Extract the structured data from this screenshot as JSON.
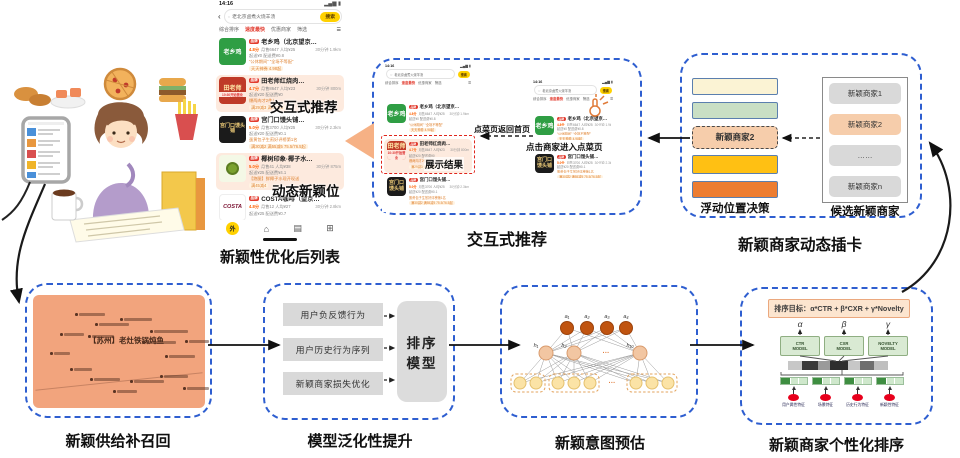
{
  "colors": {
    "accent_blue": "#2e5ed0",
    "salmon": "#f2a47d",
    "peach": "#f6cdab",
    "cream": "#fbf3d4",
    "light_green": "#c9dfc4",
    "gold": "#ffc013",
    "orange": "#ed7d31",
    "gray_chip": "#d9d9d9",
    "red_dot": "#e8001c"
  },
  "captions": {
    "phone": "新颖性优化后列表",
    "interactive": "交互式推荐",
    "insertion": "新颖商家动态插卡",
    "recall": "新颖供给补召回",
    "generalization": "模型泛化性提升",
    "intent": "新颖意图预估",
    "ranking": "新颖商家个性化排序"
  },
  "phone": {
    "time": "14:16",
    "status_icons": "▂▄▆ ▮",
    "back": "‹",
    "search_query": "老北京卤煮火烧羊汤",
    "search_button": "搜索",
    "tabs": [
      {
        "label": "综合排序",
        "active": false
      },
      {
        "label": "速度最快",
        "active": true
      },
      {
        "label": "优惠商家",
        "active": false
      },
      {
        "label": "筛选",
        "active": false
      }
    ],
    "hamburger": "☰",
    "overlay_label_1": "交互式推荐",
    "overlay_label_2": "动态新颖位",
    "nav": [
      {
        "name": "meituan",
        "glyph": "外"
      },
      {
        "name": "home",
        "glyph": "⌂"
      },
      {
        "name": "orders",
        "glyph": "▤"
      },
      {
        "name": "more",
        "glyph": "⊞"
      }
    ],
    "restaurants": [
      {
        "name": "老乡鸡（北京望京…",
        "badge": "品牌",
        "logo_text": "老乡鸡",
        "logo_type": "green",
        "rating": "4.8分",
        "meta": "月售6647 人均¥25",
        "meta2": "起送¥0 配送费¥0.8",
        "right": "30分钟 1.9km",
        "tags": "“公休期间” “全场不等配”",
        "promo": "天天神券 4.98起",
        "bg": "white"
      },
      {
        "name": "田老师红烧肉…",
        "badge": "品牌",
        "logo_text": "田老师",
        "logo_type": "red",
        "logo_note": "10:30开始营业",
        "rating": "4.7分",
        "meta": "月售8647 人均¥23",
        "meta2": "起送¥20 配送费¥0",
        "right": "30分钟 800m",
        "tags": "爆两肉才2件！",
        "promo": "满29减3 满49减6",
        "bg": "peach"
      },
      {
        "name": "宫门口馒头铺…",
        "badge": "品牌",
        "logo_text": "宫门口馒头铺",
        "logo_type": "black",
        "rating": "5.0分",
        "meta": "月售3700 人均¥25",
        "meta2": "起送¥20 配送费¥0.1",
        "right": "30分钟 2.3km",
        "tags": "蛋黄包子生煎好评榜第1名",
        "promo": "满30减2 满55减5 75.5/76.5起",
        "bg": "white"
      },
      {
        "name": "椰树印象·椰子水…",
        "badge": "品牌",
        "logo_text": "",
        "logo_type": "coconut",
        "rating": "5.0分",
        "meta": "月售41 人均¥38",
        "meta2": "起送¥25 配送费¥4.1",
        "right": "30分钟 875m",
        "tags": "【跑腿】鲜椰子水现开现送",
        "promo": "满45减4",
        "bg": "peach"
      },
      {
        "name": "COSTA咖啡（望京…",
        "badge": "品牌",
        "logo_text": "COSTA",
        "logo_type": "costa",
        "rating": "4.8分",
        "meta": "月售12 人均¥27",
        "meta2": "起送¥25 配送费¥0.7",
        "right": "30分钟 2.8km",
        "tags": "",
        "promo": "",
        "bg": "white"
      }
    ]
  },
  "interactive": {
    "return_label": "点菜页返回首页",
    "click_label": "点击商家进入点菜页",
    "result_label": "展示结果"
  },
  "insertion": {
    "left_caption": "浮动位置决策",
    "right_caption": "候选新颖商家",
    "bars": [
      {
        "h": 17,
        "color": "#fbf3d4"
      },
      {
        "h": 17,
        "color": "#c9dfc4"
      },
      {
        "h": 23,
        "dashed": true,
        "label": "新颖商家2"
      },
      {
        "h": 19,
        "color": "#ffc013"
      },
      {
        "h": 17,
        "color": "#ed7d31"
      }
    ],
    "candidates": [
      "新颖商家1",
      "新颖商家2",
      "……",
      "新颖商家n"
    ]
  },
  "recall": {
    "center_label": "【苏州】老灶铁锅炖鱼",
    "points": [
      [
        42,
        18,
        26
      ],
      [
        62,
        28,
        30
      ],
      [
        55,
        40,
        22
      ],
      [
        27,
        38,
        20
      ],
      [
        87,
        23,
        28
      ],
      [
        117,
        35,
        34
      ],
      [
        109,
        46,
        30
      ],
      [
        132,
        60,
        26
      ],
      [
        37,
        73,
        18
      ],
      [
        57,
        83,
        26
      ],
      [
        97,
        85,
        30
      ],
      [
        127,
        80,
        24
      ],
      [
        17,
        57,
        16
      ],
      [
        152,
        45,
        20
      ],
      [
        150,
        92,
        22
      ],
      [
        80,
        95,
        20
      ]
    ]
  },
  "generalization": {
    "inputs": [
      "用户负反馈行为",
      "用户历史行为序列",
      "新颖商家损失优化"
    ],
    "model_line1": "排序",
    "model_line2": "模型"
  },
  "intent": {
    "top": [
      "a₁",
      "a₂",
      "a₃",
      "a₄"
    ],
    "mid": [
      "h₁",
      "h₂",
      "h₁₀"
    ],
    "dots": "···"
  },
  "ranking": {
    "objective": "排序目标：α*CTR + β*CXR + γ*Novelty",
    "weights": [
      "α",
      "β",
      "γ"
    ],
    "models": [
      "CTR MODEL",
      "CXR MODEL",
      "NOVELTY MODEL"
    ],
    "features": [
      "用户属性特征",
      "场景特征",
      "历史行为特征",
      "新颖性特征"
    ]
  }
}
